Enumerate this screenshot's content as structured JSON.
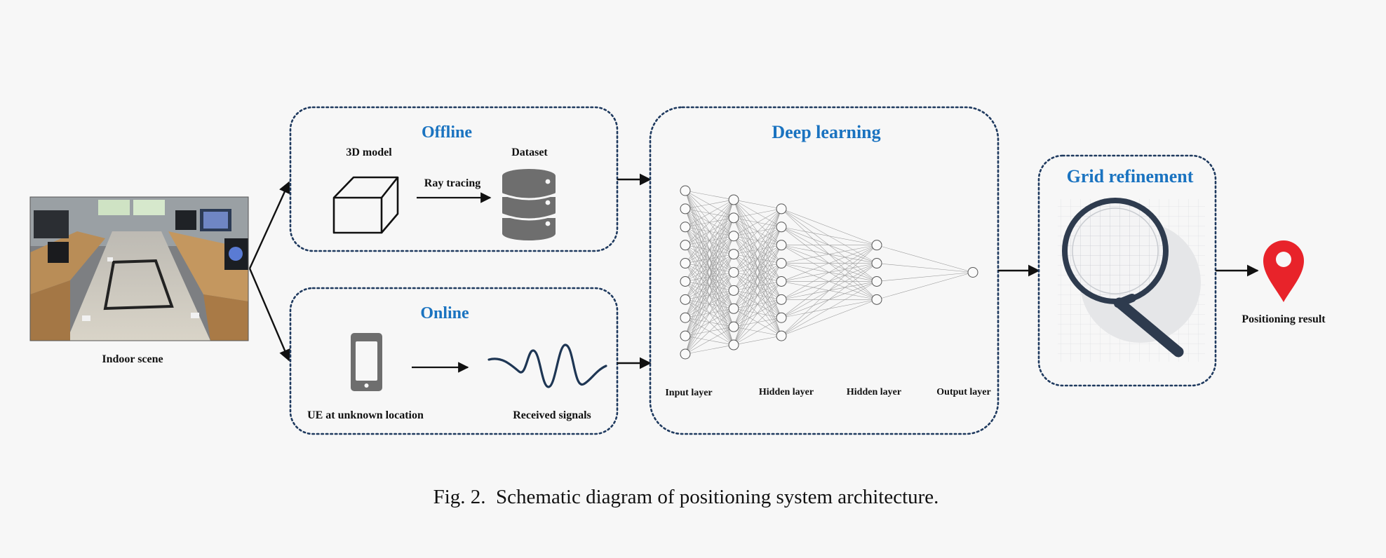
{
  "labels": {
    "indoor_scene": "Indoor scene",
    "offline_title": "Offline",
    "model_3d": "3D model",
    "dataset": "Dataset",
    "ray_tracing": "Ray tracing",
    "online_title": "Online",
    "ue_location": "UE at unknown location",
    "received_signals": "Received signals",
    "deep_learning_title": "Deep learning",
    "input_layer": "Input layer",
    "hidden_layer_1": "Hidden layer",
    "hidden_layer_2": "Hidden layer",
    "output_layer": "Output layer",
    "grid_refinement_title": "Grid refinement",
    "positioning_result": "Positioning result"
  },
  "caption": "Fig. 2.  Schematic diagram of positioning system architecture.",
  "network": {
    "layer_sizes": [
      10,
      9,
      8,
      4,
      1
    ]
  },
  "colors": {
    "accent": "#1a73c0",
    "box_border": "#1f3a5f",
    "icon_gray": "#6e6e6e",
    "pin": "#e8232a",
    "magnifier": "#2e3b4e"
  },
  "icons": {
    "scene": "indoor-scene-photo",
    "cube": "cube-icon",
    "database": "database-icon",
    "phone": "phone-icon",
    "signal": "signal-wave-icon",
    "magnifier": "magnifier-icon",
    "pin": "location-pin-icon"
  }
}
